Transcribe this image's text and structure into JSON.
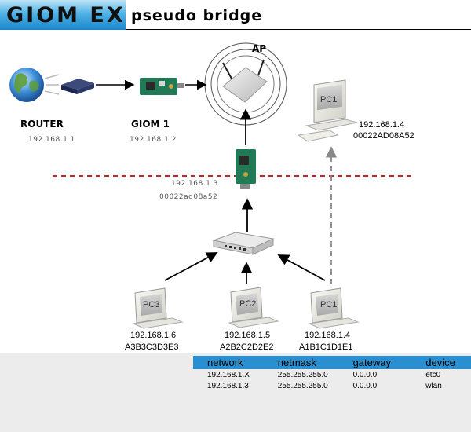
{
  "header": {
    "brand": "GIOM EX",
    "subtitle": "pseudo bridge"
  },
  "nodes": {
    "router": {
      "name": "ROUTER",
      "ip": "192.168.1.1"
    },
    "giom1": {
      "name": "GIOM 1",
      "ip": "192.168.1.2"
    },
    "ap": {
      "name": "AP"
    },
    "giom_bridge": {
      "ip": "192.168.1.3",
      "mac": "00022ad08a52"
    },
    "pc1_wireless": {
      "screen": "PC1",
      "ip": "192.168.1.4",
      "mac": "00022AD08A52"
    },
    "pc3": {
      "screen": "PC3",
      "ip": "192.168.1.6",
      "mac": "A3B3C3D3E3"
    },
    "pc2": {
      "screen": "PC2",
      "ip": "192.168.1.5",
      "mac": "A2B2C2D2E2"
    },
    "pc1": {
      "screen": "PC1",
      "ip": "192.168.1.4",
      "mac": "A1B1C1D1E1"
    }
  },
  "routes": {
    "headers": [
      "network",
      "netmask",
      "gateway",
      "device"
    ],
    "rows": [
      [
        "192.168.1.X",
        "255.255.255.0",
        "0.0.0.0",
        "etc0"
      ],
      [
        "192.168.1.3",
        "255.255.255.0",
        "0.0.0.0",
        "wlan"
      ]
    ]
  },
  "colors": {
    "header_blue": "#1c86c8",
    "table_header": "#2a8fd0",
    "wireless_boundary": "#cc2222",
    "bottom_band": "#ececec"
  }
}
